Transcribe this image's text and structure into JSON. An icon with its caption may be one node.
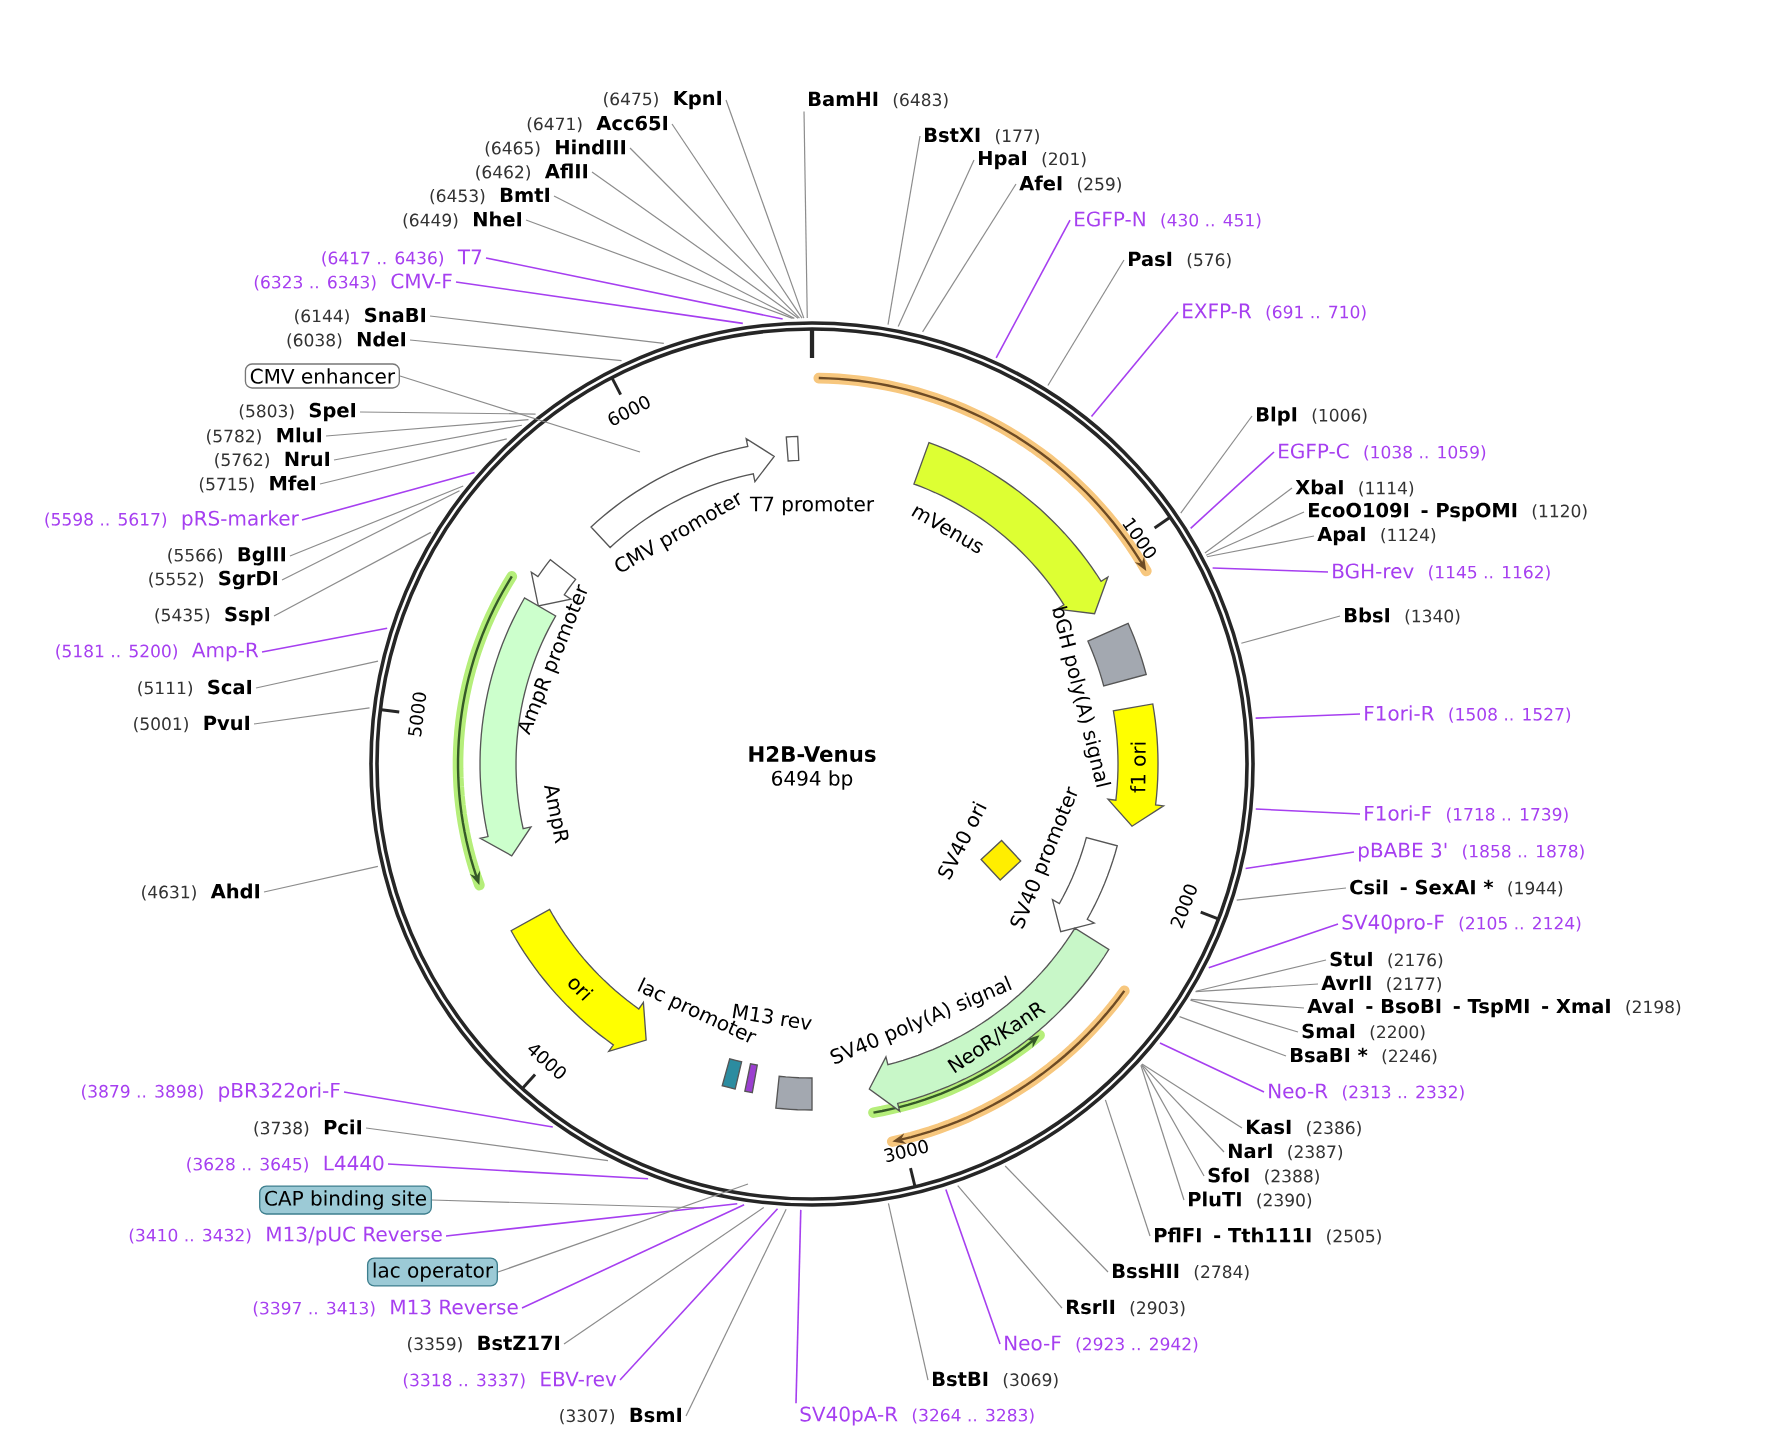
{
  "diagram": {
    "title": "H2B-Venus",
    "nodes": [
      {
        "text": [
          "(6475)",
          "KpnI"
        ]
      },
      {
        "text": [
          "(6471)",
          "Acc65I"
        ]
      },
      {
        "text": [
          "(6465)",
          "HindIII"
        ]
      },
      {
        "text": [
          "(6462)",
          "AflII"
        ]
      },
      {
        "text": [
          "(6453)",
          "BmtI"
        ]
      },
      {
        "text": [
          "(6449)",
          "NheI"
        ]
      },
      {
        "text": [
          "(6417 .. 6436)",
          "T7"
        ]
      },
      {
        "text": [
          "(6323 .. 6343)",
          "CMV-F"
        ]
      },
      {
        "text": [
          "(6144)",
          "SnaBI"
        ]
      },
      {
        "text": [
          "(6038)",
          "NdeI"
        ]
      },
      {
        "text": [
          "CMV enhancer"
        ]
      },
      {
        "text": [
          "(5803)",
          "SpeI"
        ]
      },
      {
        "text": [
          "(5782)",
          "MluI"
        ]
      },
      {
        "text": [
          "(5762)",
          "NruI"
        ]
      },
      {
        "text": [
          "(5715)",
          "MfeI"
        ]
      },
      {
        "text": [
          "(5598 .. 5617)",
          "pRS-marker"
        ]
      },
      {
        "text": [
          "(5566)",
          "BglII"
        ]
      },
      {
        "text": [
          "(5552)",
          "SgrDI"
        ]
      },
      {
        "text": [
          "(5435)",
          "SspI"
        ]
      },
      {
        "text": [
          "(5181 .. 5200)",
          "Amp-R"
        ]
      },
      {
        "text": [
          "(5111)",
          "ScaI"
        ]
      },
      {
        "text": [
          "(5001)",
          "PvuI"
        ]
      },
      {
        "text": [
          "(4631)",
          "AhdI"
        ]
      },
      {
        "text": [
          "(3879 .. 3898)",
          "pBR322ori-F"
        ]
      },
      {
        "text": [
          "(3738)",
          "PciI"
        ]
      },
      {
        "text": [
          "(3628 .. 3645)",
          "L4440"
        ]
      },
      {
        "text": [
          "CAP binding site"
        ]
      },
      {
        "text": [
          "(3410 .. 3432)",
          "M13/pUC Reverse"
        ]
      },
      {
        "text": [
          "lac operator"
        ]
      },
      {
        "text": [
          "(3397 .. 3413)",
          "M13 Reverse"
        ]
      },
      {
        "text": [
          "(3359)",
          "BstZ17I"
        ]
      },
      {
        "text": [
          "(3318 .. 3337)",
          "EBV-rev"
        ]
      },
      {
        "text": [
          "(3307)",
          "BsmI"
        ]
      },
      {
        "text": [
          "BamHI",
          "(6483)"
        ]
      },
      {
        "text": [
          "BstXI",
          "(177)"
        ]
      },
      {
        "text": [
          "HpaI",
          "(201)"
        ]
      },
      {
        "text": [
          "AfeI",
          "(259)"
        ]
      },
      {
        "text": [
          "EGFP-N",
          "(430 .. 451)"
        ]
      },
      {
        "text": [
          "PasI",
          "(576)"
        ]
      },
      {
        "text": [
          "EXFP-R",
          "(691 .. 710)"
        ]
      },
      {
        "text": [
          "BlpI",
          "(1006)"
        ]
      },
      {
        "text": [
          "EGFP-C",
          "(1038 .. 1059)"
        ]
      },
      {
        "text": [
          "XbaI",
          "(1114)"
        ]
      },
      {
        "text": [
          "EcoO109I",
          "- PspOMI",
          "(1120)"
        ]
      },
      {
        "text": [
          "ApaI",
          "(1124)"
        ]
      },
      {
        "text": [
          "BGH-rev",
          "(1145 .. 1162)"
        ]
      },
      {
        "text": [
          "BbsI",
          "(1340)"
        ]
      },
      {
        "text": [
          "F1ori-R",
          "(1508 .. 1527)"
        ]
      },
      {
        "text": [
          "F1ori-F",
          "(1718 .. 1739)"
        ]
      },
      {
        "text": [
          "pBABE 3'",
          "(1858 .. 1878)"
        ]
      },
      {
        "text": [
          "CsiI",
          "- SexAI *",
          "(1944)"
        ]
      },
      {
        "text": [
          "SV40pro-F",
          "(2105 .. 2124)"
        ]
      },
      {
        "text": [
          "StuI",
          "(2176)"
        ]
      },
      {
        "text": [
          "AvrII",
          "(2177)"
        ]
      },
      {
        "text": [
          "AvaI",
          "- BsoBI",
          "- TspMI",
          "- XmaI",
          "(2198)"
        ]
      },
      {
        "text": [
          "SmaI",
          "(2200)"
        ]
      },
      {
        "text": [
          "BsaBI *",
          "(2246)"
        ]
      },
      {
        "text": [
          "Neo-R",
          "(2313 .. 2332)"
        ]
      },
      {
        "text": [
          "KasI",
          "(2386)"
        ]
      },
      {
        "text": [
          "NarI",
          "(2387)"
        ]
      },
      {
        "text": [
          "SfoI",
          "(2388)"
        ]
      },
      {
        "text": [
          "PluTI",
          "(2390)"
        ]
      },
      {
        "text": [
          "PflFI",
          "- Tth111I",
          "(2505)"
        ]
      },
      {
        "text": [
          "BssHII",
          "(2784)"
        ]
      },
      {
        "text": [
          "RsrII",
          "(2903)"
        ]
      },
      {
        "text": [
          "Neo-F",
          "(2923 .. 2942)"
        ]
      },
      {
        "text": [
          "BstBI",
          "(3069)"
        ]
      },
      {
        "text": [
          "SV40pA-R",
          "(3264 .. 3283)"
        ]
      },
      {
        "text": [
          "CMV promoter"
        ]
      },
      {
        "text": [
          "T7 promoter"
        ]
      },
      {
        "text": [
          "mVenus"
        ]
      },
      {
        "text": [
          "bGH poly(A) signal"
        ]
      },
      {
        "text": [
          "f1 ori"
        ]
      },
      {
        "text": [
          "SV40 promoter"
        ]
      },
      {
        "text": [
          "SV40 ori"
        ]
      },
      {
        "text": [
          "NeoR/KanR"
        ]
      },
      {
        "text": [
          "SV40 poly(A) signal"
        ]
      },
      {
        "text": [
          "M13 rev"
        ]
      },
      {
        "text": [
          "lac promoter"
        ]
      },
      {
        "text": [
          "ori"
        ]
      },
      {
        "text": [
          "AmpR promoter"
        ]
      },
      {
        "text": [
          "AmpR"
        ]
      }
    ],
    "edges": [
      {
        "from": 0,
        "to": null,
        "arrow": "none"
      },
      {
        "from": 1,
        "to": null,
        "arrow": "none"
      },
      {
        "from": 2,
        "to": null,
        "arrow": "none"
      },
      {
        "from": 3,
        "to": null,
        "arrow": "none"
      },
      {
        "from": 4,
        "to": null,
        "arrow": "none"
      },
      {
        "from": 5,
        "to": null,
        "arrow": "none"
      },
      {
        "from": 6,
        "to": null,
        "arrow": "none",
        "color": "#a63ff0"
      },
      {
        "from": 7,
        "to": null,
        "arrow": "none",
        "color": "#a63ff0"
      },
      {
        "from": 8,
        "to": null,
        "arrow": "none"
      },
      {
        "from": 9,
        "to": null,
        "arrow": "none"
      },
      {
        "from": 10,
        "to": null,
        "arrow": "none"
      },
      {
        "from": 11,
        "to": null,
        "arrow": "none"
      },
      {
        "from": 12,
        "to": null,
        "arrow": "none"
      },
      {
        "from": 13,
        "to": null,
        "arrow": "none"
      },
      {
        "from": 14,
        "to": null,
        "arrow": "none"
      },
      {
        "from": 15,
        "to": null,
        "arrow": "none",
        "color": "#a63ff0"
      },
      {
        "from": 16,
        "to": null,
        "arrow": "none"
      },
      {
        "from": 17,
        "to": null,
        "arrow": "none"
      },
      {
        "from": 18,
        "to": null,
        "arrow": "none"
      },
      {
        "from": 19,
        "to": null,
        "arrow": "none",
        "color": "#a63ff0"
      },
      {
        "from": 20,
        "to": null,
        "arrow": "none"
      },
      {
        "from": 21,
        "to": null,
        "arrow": "none"
      },
      {
        "from": 22,
        "to": null,
        "arrow": "none"
      },
      {
        "from": 23,
        "to": null,
        "arrow": "none",
        "color": "#a63ff0"
      },
      {
        "from": 24,
        "to": null,
        "arrow": "none"
      },
      {
        "from": 25,
        "to": null,
        "arrow": "none",
        "color": "#a63ff0"
      },
      {
        "from": 26,
        "to": null,
        "arrow": "none"
      },
      {
        "from": 27,
        "to": null,
        "arrow": "none",
        "color": "#a63ff0"
      },
      {
        "from": 28,
        "to": null,
        "arrow": "none"
      },
      {
        "from": 29,
        "to": null,
        "arrow": "none",
        "color": "#a63ff0"
      },
      {
        "from": 30,
        "to": null,
        "arrow": "none"
      },
      {
        "from": 31,
        "to": null,
        "arrow": "none",
        "color": "#a63ff0"
      },
      {
        "from": 32,
        "to": null,
        "arrow": "none"
      },
      {
        "from": 33,
        "to": null,
        "arrow": "none"
      },
      {
        "from": 34,
        "to": null,
        "arrow": "none"
      },
      {
        "from": 35,
        "to": null,
        "arrow": "none"
      },
      {
        "from": 36,
        "to": null,
        "arrow": "none"
      },
      {
        "from": 37,
        "to": null,
        "arrow": "none",
        "color": "#a63ff0"
      },
      {
        "from": 38,
        "to": null,
        "arrow": "none"
      },
      {
        "from": 39,
        "to": null,
        "arrow": "none",
        "color": "#a63ff0"
      },
      {
        "from": 40,
        "to": null,
        "arrow": "none"
      },
      {
        "from": 41,
        "to": null,
        "arrow": "none",
        "color": "#a63ff0"
      },
      {
        "from": 42,
        "to": null,
        "arrow": "none"
      },
      {
        "from": 43,
        "to": null,
        "arrow": "none"
      },
      {
        "from": 44,
        "to": null,
        "arrow": "none"
      },
      {
        "from": 45,
        "to": null,
        "arrow": "none",
        "color": "#a63ff0"
      },
      {
        "from": 46,
        "to": null,
        "arrow": "none"
      },
      {
        "from": 47,
        "to": null,
        "arrow": "none",
        "color": "#a63ff0"
      },
      {
        "from": 48,
        "to": null,
        "arrow": "none",
        "color": "#a63ff0"
      },
      {
        "from": 49,
        "to": null,
        "arrow": "none",
        "color": "#a63ff0"
      },
      {
        "from": 50,
        "to": null,
        "arrow": "none"
      },
      {
        "from": 51,
        "to": null,
        "arrow": "none",
        "color": "#a63ff0"
      },
      {
        "from": 52,
        "to": null,
        "arrow": "none"
      },
      {
        "from": 53,
        "to": null,
        "arrow": "none"
      },
      {
        "from": 54,
        "to": null,
        "arrow": "none"
      },
      {
        "from": 55,
        "to": null,
        "arrow": "none"
      },
      {
        "from": 56,
        "to": null,
        "arrow": "none"
      },
      {
        "from": 57,
        "to": null,
        "arrow": "none",
        "color": "#a63ff0"
      },
      {
        "from": 58,
        "to": null,
        "arrow": "none"
      },
      {
        "from": 59,
        "to": null,
        "arrow": "none"
      },
      {
        "from": 60,
        "to": null,
        "arrow": "none"
      },
      {
        "from": 61,
        "to": null,
        "arrow": "none"
      },
      {
        "from": 62,
        "to": null,
        "arrow": "none"
      },
      {
        "from": 63,
        "to": null,
        "arrow": "none"
      },
      {
        "from": 64,
        "to": null,
        "arrow": "none"
      },
      {
        "from": 65,
        "to": null,
        "arrow": "none",
        "color": "#a63ff0"
      },
      {
        "from": 66,
        "to": null,
        "arrow": "none"
      },
      {
        "from": 67,
        "to": null,
        "arrow": "none",
        "color": "#a63ff0"
      }
    ],
    "labels": [
      "6494 bp",
      "1000",
      "2000",
      "3000",
      "4000",
      "5000",
      "6000"
    ]
  }
}
